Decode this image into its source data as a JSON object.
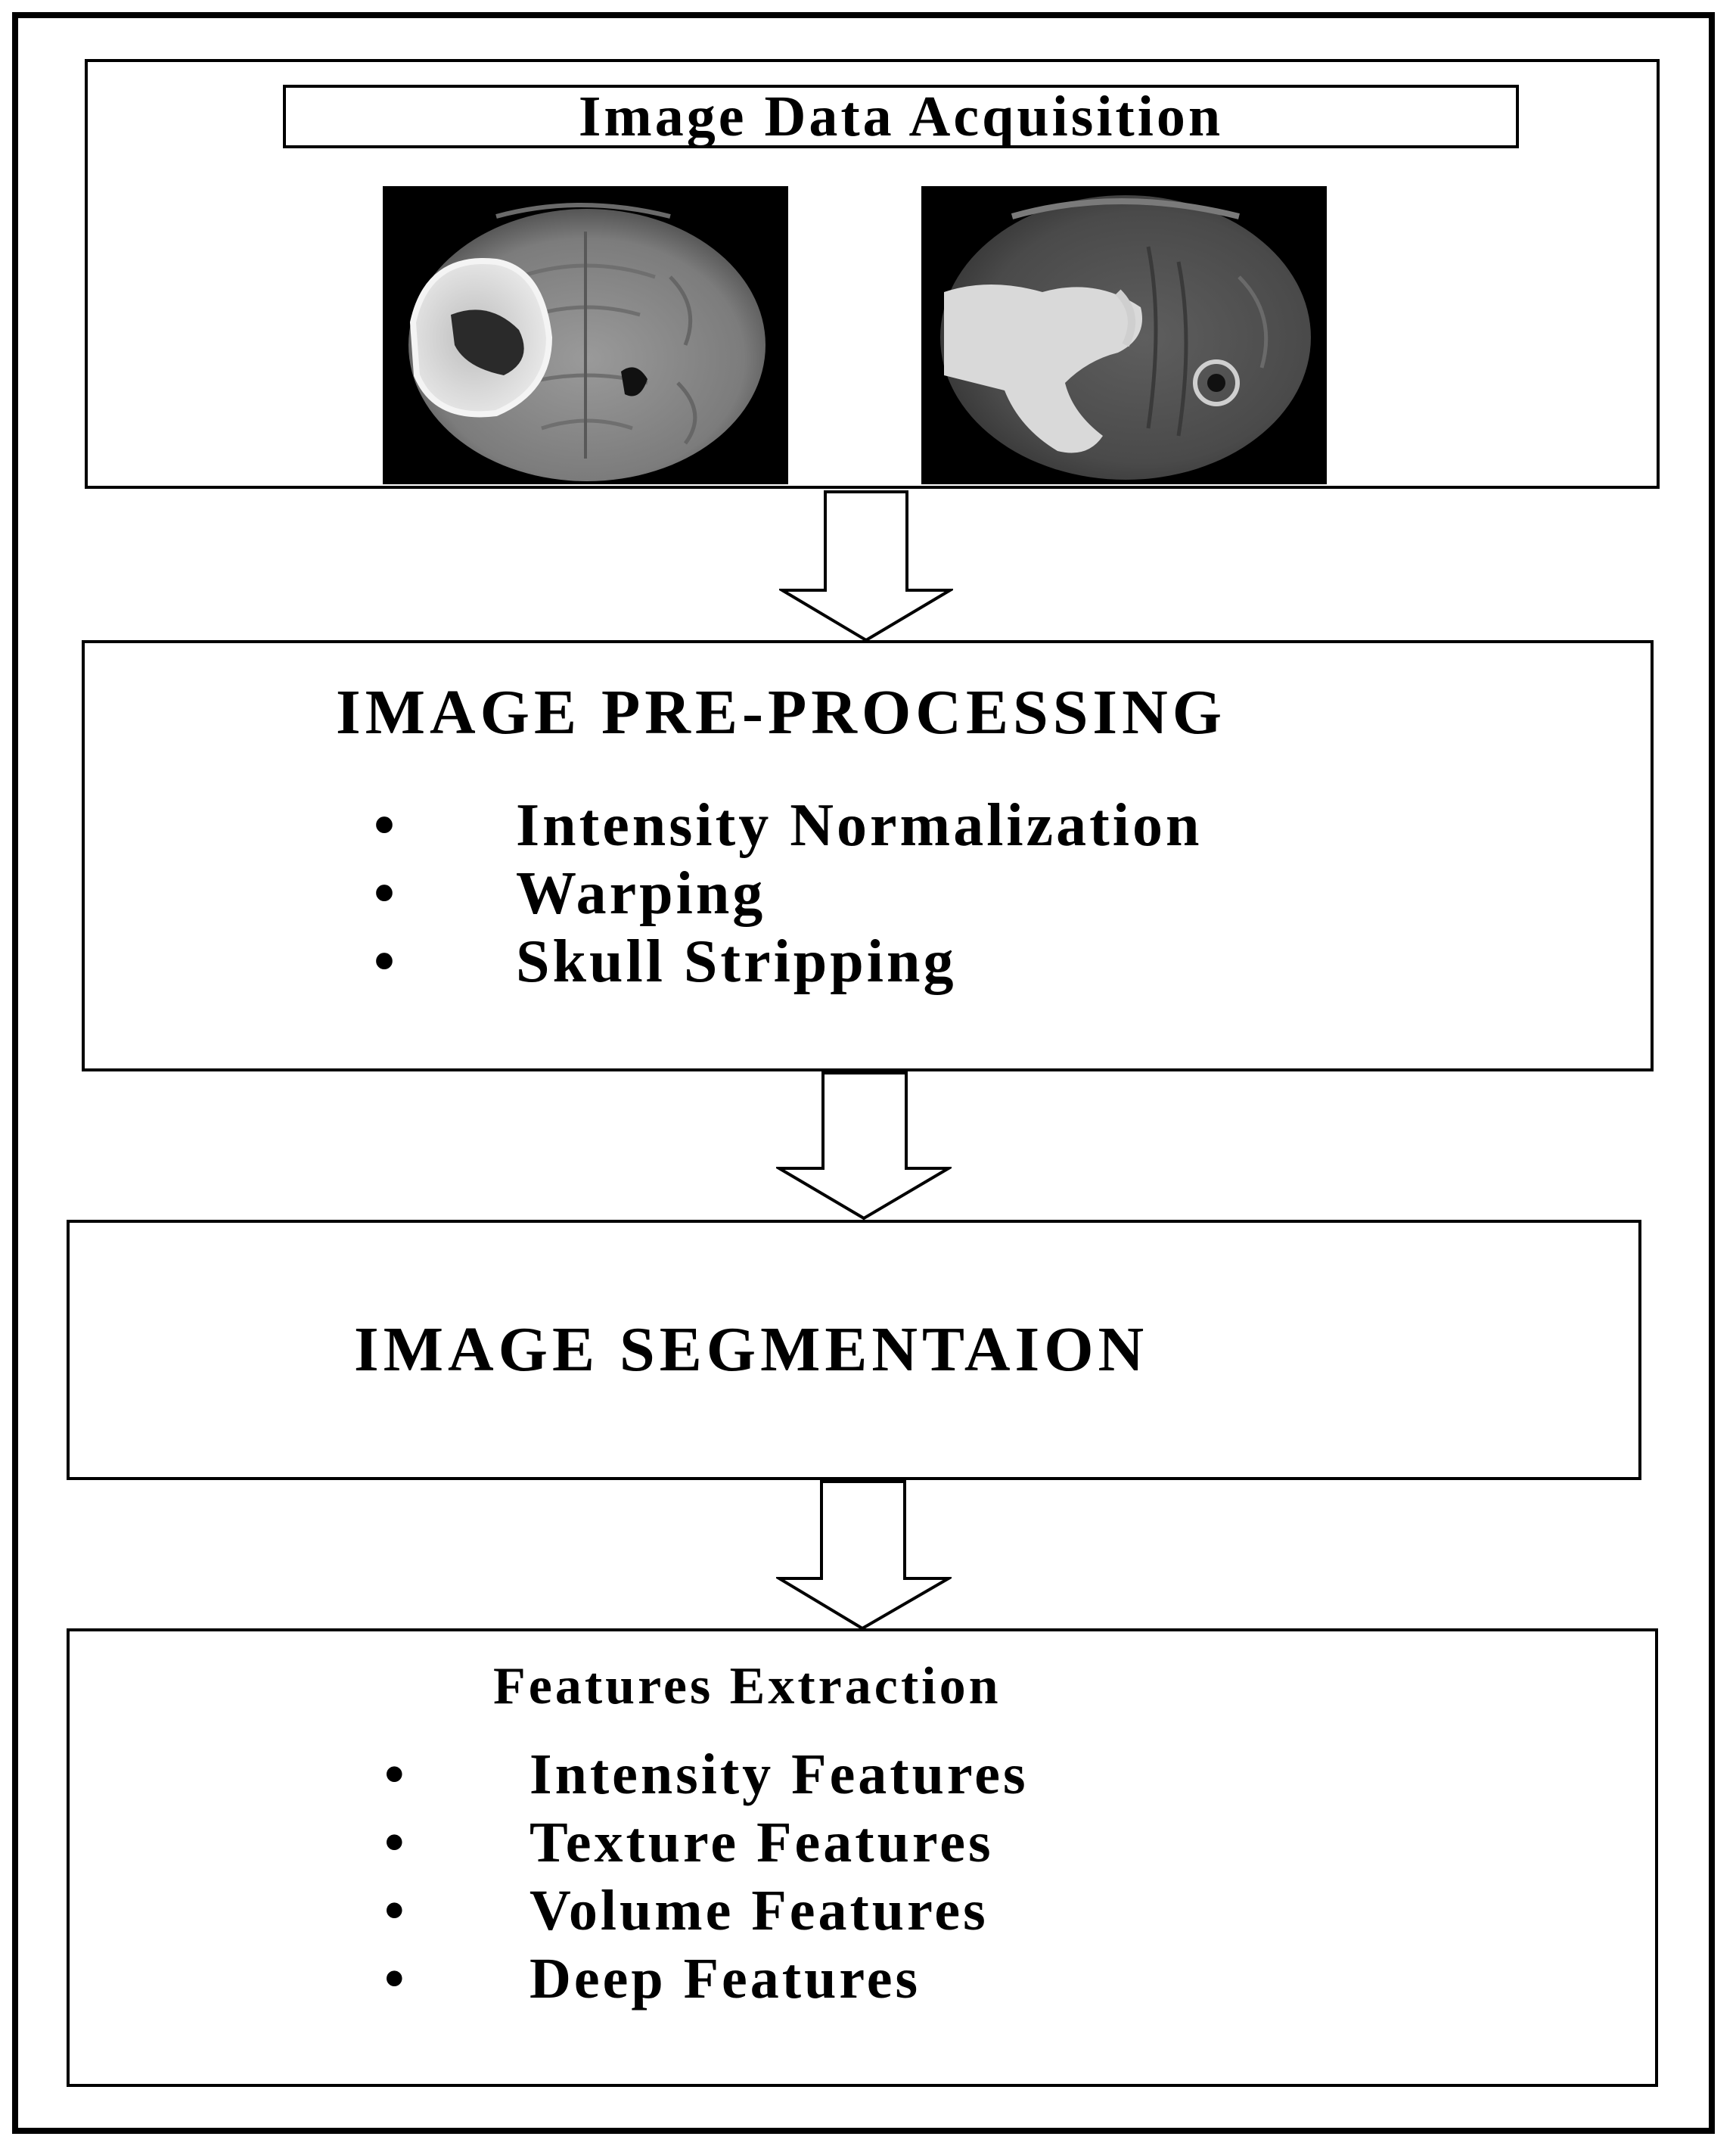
{
  "acquisition": {
    "title": "Image Data Acquisition",
    "images": [
      {
        "alt": "brain-mri-scan-left"
      },
      {
        "alt": "brain-mri-scan-right"
      }
    ]
  },
  "preprocessing": {
    "title": "IMAGE  PRE-PROCESSING",
    "bullet": "•",
    "items": [
      "Intensity Normalization",
      "Warping",
      "Skull Stripping"
    ]
  },
  "segmentation": {
    "title": "IMAGE  SEGMENTAION"
  },
  "features": {
    "title": "Features Extraction",
    "bullet": "•",
    "items": [
      "Intensity Features",
      "Texture Features",
      "Volume Features",
      "Deep Features"
    ]
  },
  "colors": {
    "stroke": "#000000",
    "background": "#ffffff"
  }
}
